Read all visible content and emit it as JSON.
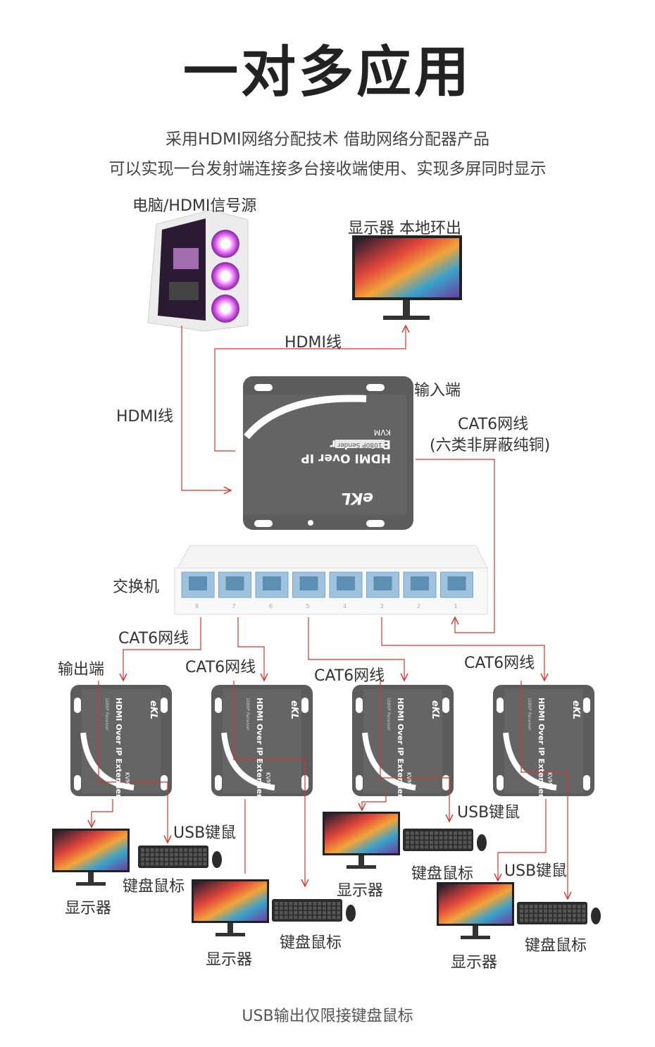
{
  "title": "一对多应用",
  "subtitle_line1": "采用HDMI网络分配技术  借助网络分配器产品",
  "subtitle_line2": "可以实现一台发射端连接多台接收端使用、实现多屏同时显示",
  "labels": {
    "pc_source": "电脑/HDMI信号源",
    "local_monitor": "显示器 本地环出",
    "hdmi_cable_top": "HDMI线",
    "hdmi_cable_left": "HDMI线",
    "input_end": "输入端",
    "cat6_main": "CAT6网线",
    "cat6_main_note": "(六类非屏蔽纯铜)",
    "switch": "交换机",
    "output_end": "输出端",
    "cat6_r1": "CAT6网线",
    "cat6_r2": "CAT6网线",
    "cat6_r3": "CAT6网线",
    "cat6_r4": "CAT6网线",
    "usb_r1": "USB键鼠",
    "usb_r3": "USB键鼠",
    "usb_r4": "USB键鼠",
    "monitor_r1": "显示器",
    "monitor_r2": "显示器",
    "monitor_r3": "显示器",
    "monitor_r4": "显示器",
    "kbm_r1": "键盘鼠标",
    "kbm_r2": "键盘鼠标",
    "kbm_r3": "键盘鼠标",
    "kbm_r4": "键盘鼠标"
  },
  "sender": {
    "model_line1": "HDMI Over IP Extender",
    "model_line2": "KVM",
    "badge": "1080P  Sender",
    "brand": "eKL"
  },
  "receiver": {
    "model_line1": "HDMI Over IP Extender",
    "model_line2": "KVM",
    "badge": "1080P  Receiver",
    "brand": "eKL"
  },
  "switch_ports": [
    "8",
    "7",
    "6",
    "5",
    "4",
    "3",
    "2",
    "1"
  ],
  "footer": "USB输出仅限接键盘鼠标",
  "colors": {
    "line": "#d9342b",
    "device": "#5c5c5c",
    "switch_port": "#8fb7d6"
  }
}
